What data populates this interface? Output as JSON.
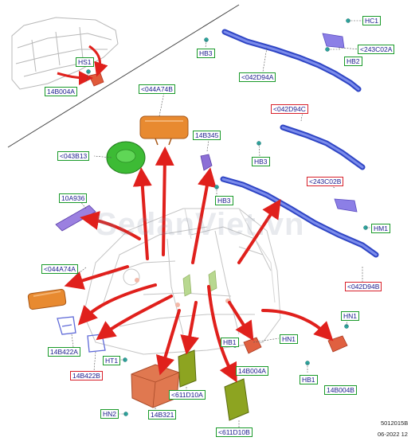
{
  "labels": {
    "hc1": "HC1",
    "c243c02a": "<243C02A",
    "hb2": "HB2",
    "hb3_top": "HB3",
    "c042d94a": "<042D94A",
    "hs1": "HS1",
    "c14b004a_top": "14B004A",
    "c044a74b": "<044A74B",
    "c042d94c": "<042D94C",
    "hb3_mid": "HB3",
    "c043b13": "<043B13",
    "c14b345": "14B345",
    "c243c02b": "<243C02B",
    "c10a936": "10A936",
    "hb3_low": "HB3",
    "hm1": "HM1",
    "c044a74a": "<044A74A",
    "c042d94b": "<042D94B",
    "hn1_right": "HN1",
    "hb1_mid": "HB1",
    "hn1_mid": "HN1",
    "c14b422a": "14B422A",
    "ht1": "HT1",
    "c14b004a_low": "14B004A",
    "hb1_right": "HB1",
    "c14b004b": "14B004B",
    "c14b422b": "14B422B",
    "c611d10a": "<611D10A",
    "hn2": "HN2",
    "c14b321": "14B321",
    "c611d10b": "<611D10B"
  },
  "watermark": "SedanViet.vn",
  "footer": {
    "code": "5012015B",
    "date": "06-2022 12"
  },
  "colors": {
    "callout_green": "#1a9a2a",
    "callout_red": "#d8212b",
    "arrow_red": "#e0201c",
    "curtain_blue": "#4f63d6",
    "airbag_orange": "#e88a30",
    "steering_green": "#3dbb35",
    "knee_olive": "#8da421",
    "sensor_violet": "#8c6fd6"
  }
}
